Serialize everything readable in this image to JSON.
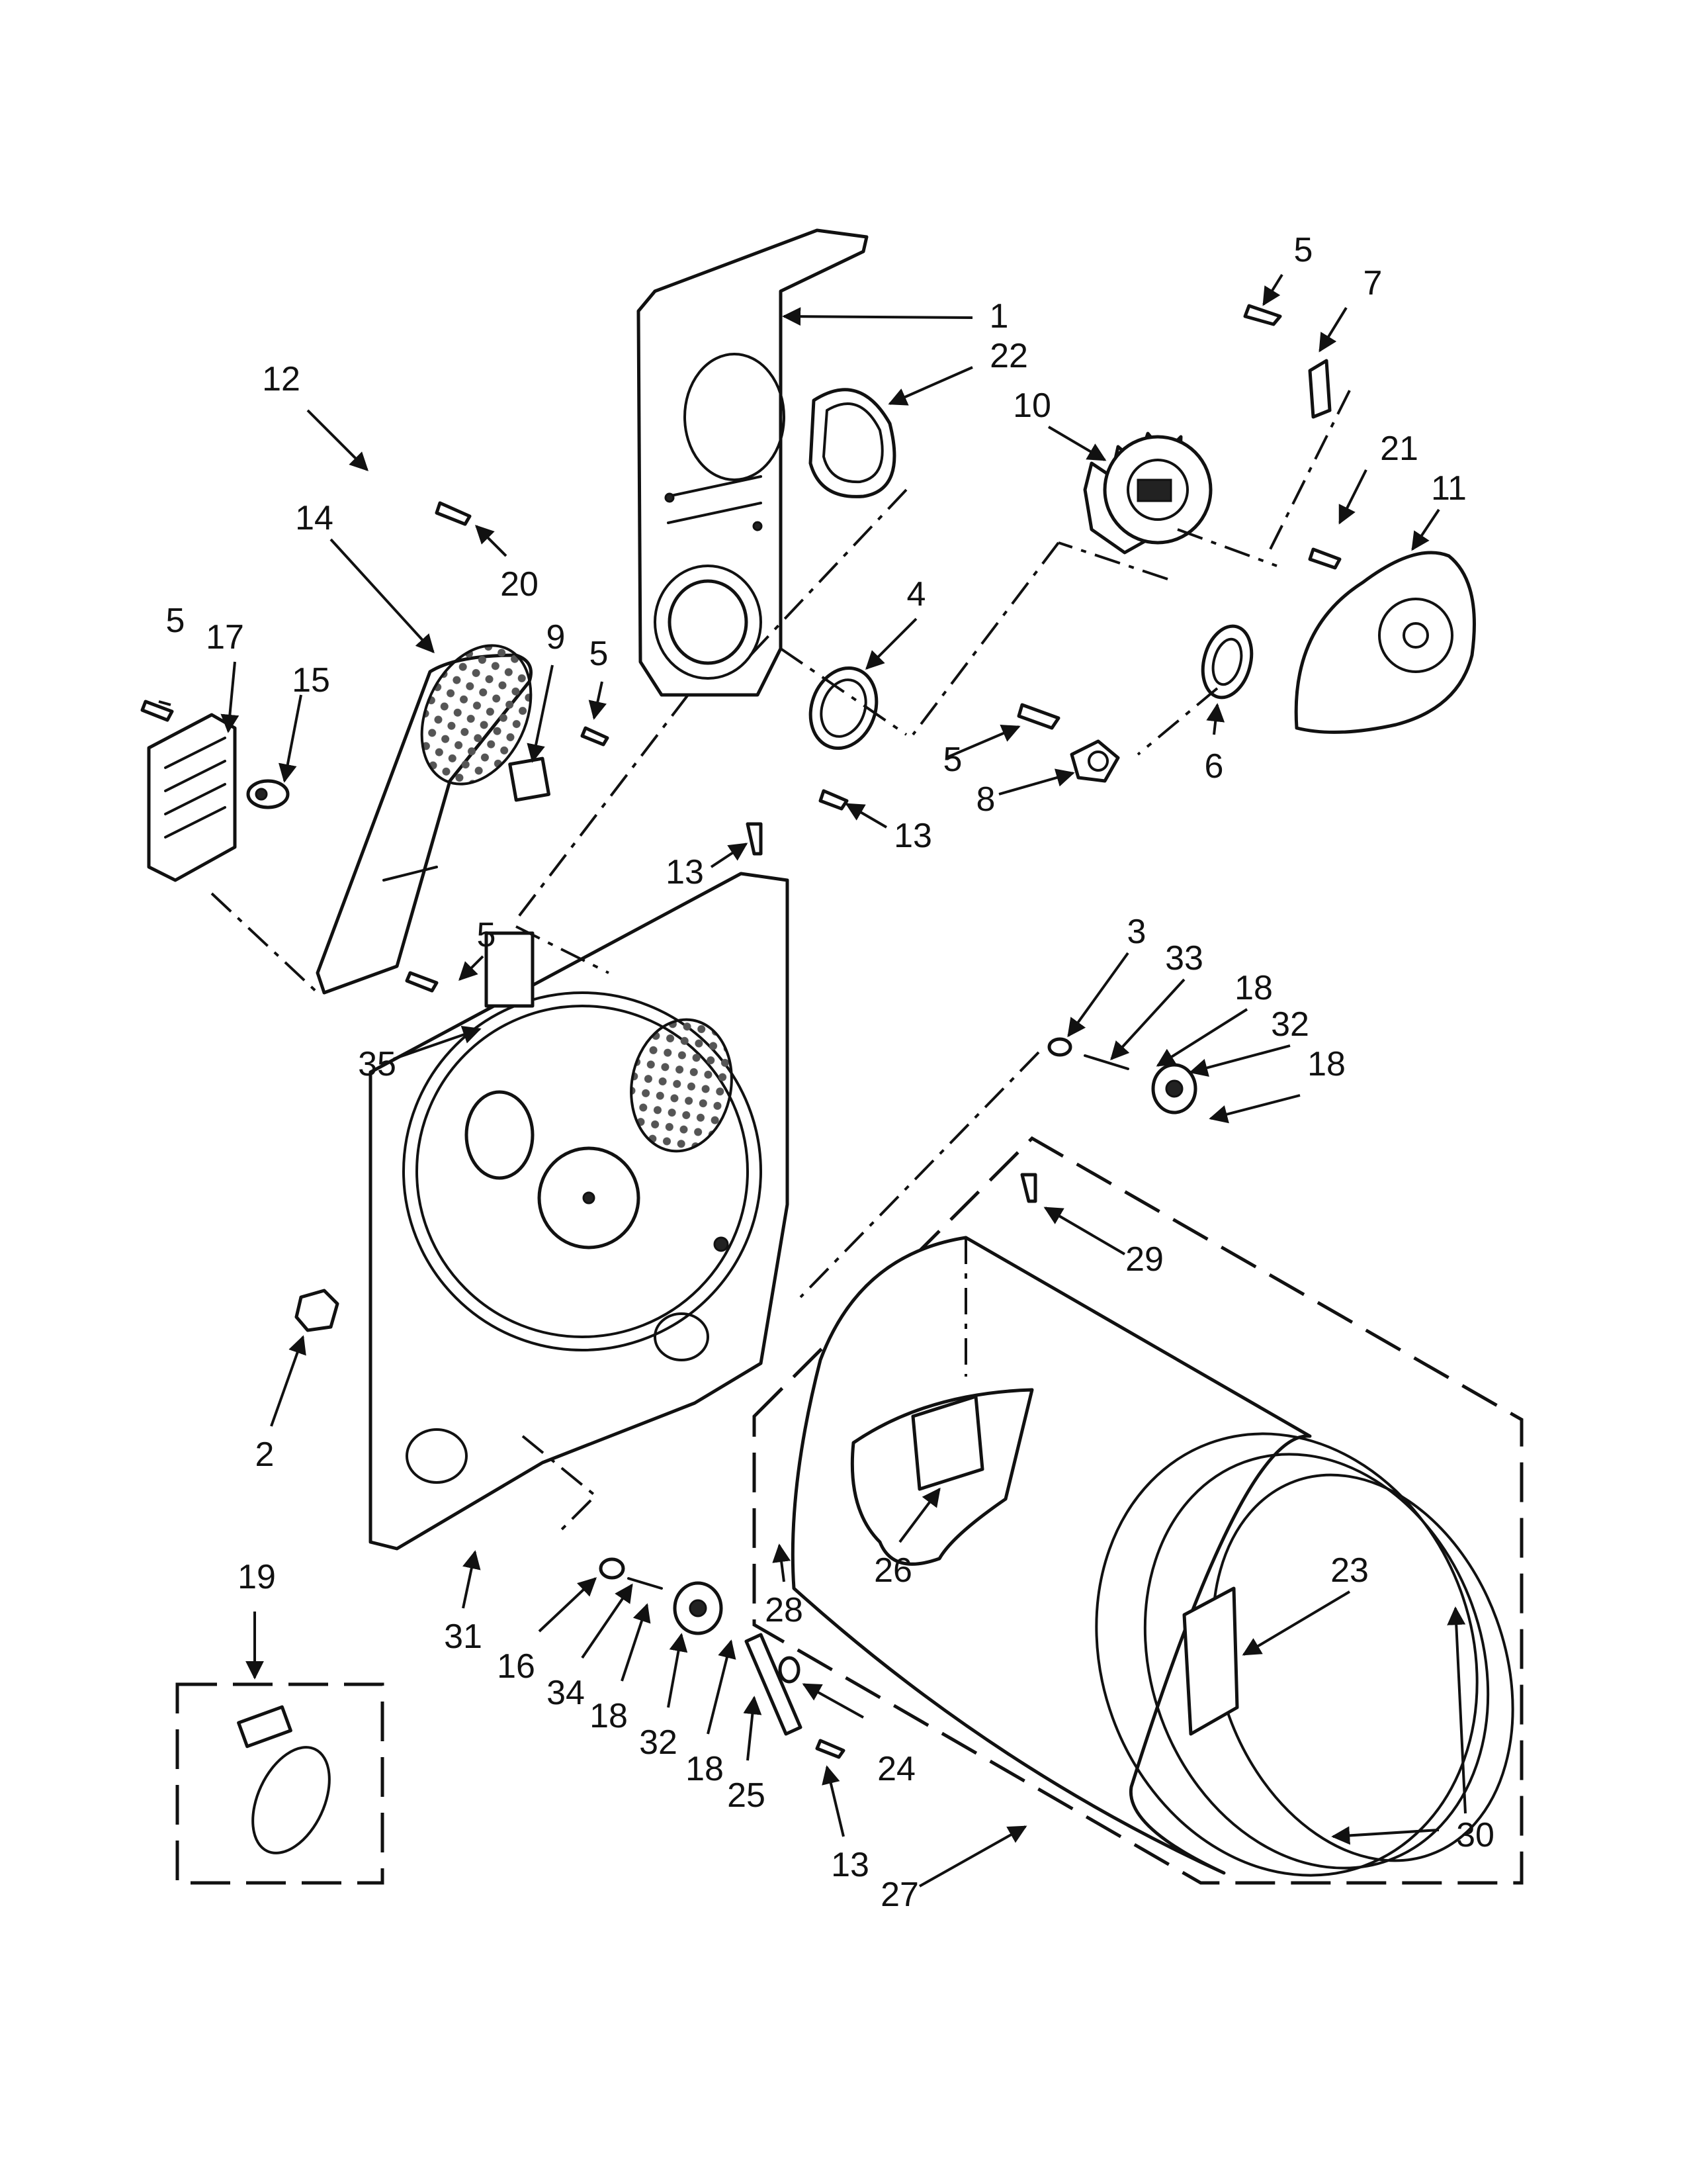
{
  "callouts": [
    {
      "id": "c1",
      "label": "1"
    },
    {
      "id": "c22",
      "label": "22"
    },
    {
      "id": "c5a",
      "label": "5"
    },
    {
      "id": "c7",
      "label": "7"
    },
    {
      "id": "c10",
      "label": "10"
    },
    {
      "id": "c21",
      "label": "21"
    },
    {
      "id": "c11",
      "label": "11"
    },
    {
      "id": "c12",
      "label": "12"
    },
    {
      "id": "c20",
      "label": "20"
    },
    {
      "id": "c14",
      "label": "14"
    },
    {
      "id": "c4",
      "label": "4"
    },
    {
      "id": "c9",
      "label": "9"
    },
    {
      "id": "c5b",
      "label": "5"
    },
    {
      "id": "c5c",
      "label": "5"
    },
    {
      "id": "c17",
      "label": "17"
    },
    {
      "id": "c15",
      "label": "15"
    },
    {
      "id": "c5d",
      "label": "5"
    },
    {
      "id": "c6",
      "label": "6"
    },
    {
      "id": "c8",
      "label": "8"
    },
    {
      "id": "c13a",
      "label": "13"
    },
    {
      "id": "c13b",
      "label": "13"
    },
    {
      "id": "c5e",
      "label": "5"
    },
    {
      "id": "c35",
      "label": "35"
    },
    {
      "id": "c3",
      "label": "3"
    },
    {
      "id": "c33",
      "label": "33"
    },
    {
      "id": "c18a",
      "label": "18"
    },
    {
      "id": "c32a",
      "label": "32"
    },
    {
      "id": "c18b",
      "label": "18"
    },
    {
      "id": "c29",
      "label": "29"
    },
    {
      "id": "c2",
      "label": "2"
    },
    {
      "id": "c26",
      "label": "26"
    },
    {
      "id": "c23",
      "label": "23"
    },
    {
      "id": "c28",
      "label": "28"
    },
    {
      "id": "c19",
      "label": "19"
    },
    {
      "id": "c31",
      "label": "31"
    },
    {
      "id": "c16",
      "label": "16"
    },
    {
      "id": "c34",
      "label": "34"
    },
    {
      "id": "c18c",
      "label": "18"
    },
    {
      "id": "c32b",
      "label": "32"
    },
    {
      "id": "c18d",
      "label": "18"
    },
    {
      "id": "c25",
      "label": "25"
    },
    {
      "id": "c24",
      "label": "24"
    },
    {
      "id": "c13c",
      "label": "13"
    },
    {
      "id": "c27",
      "label": "27"
    },
    {
      "id": "c30",
      "label": "30"
    }
  ]
}
